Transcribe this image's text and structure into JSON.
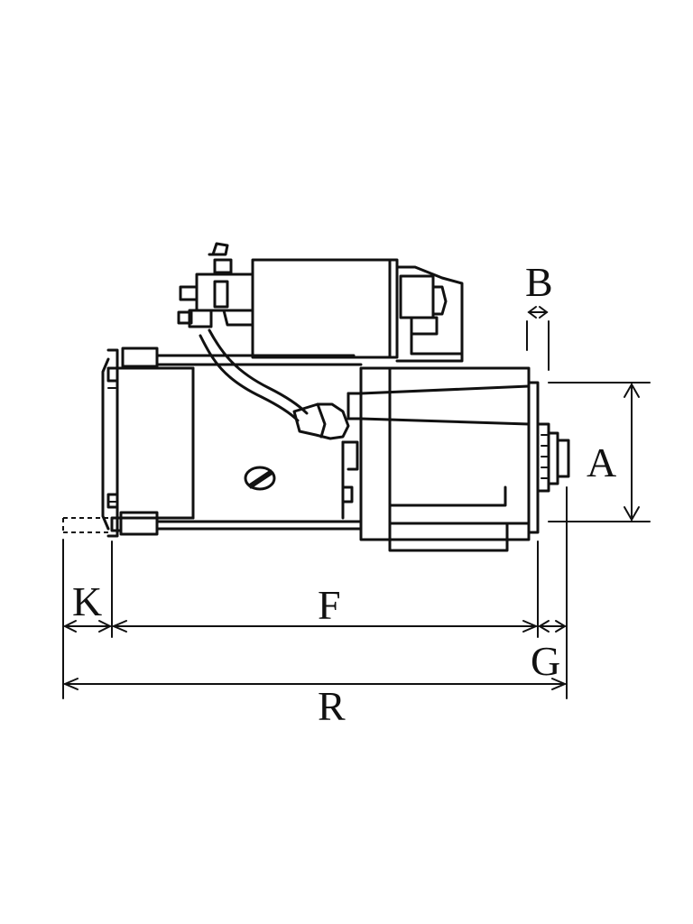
{
  "diagram": {
    "dimension_labels": {
      "A": "A",
      "B": "B",
      "F": "F",
      "G": "G",
      "K": "K",
      "R": "R"
    },
    "colors": {
      "line": "#111111",
      "background": "#ffffff"
    }
  }
}
